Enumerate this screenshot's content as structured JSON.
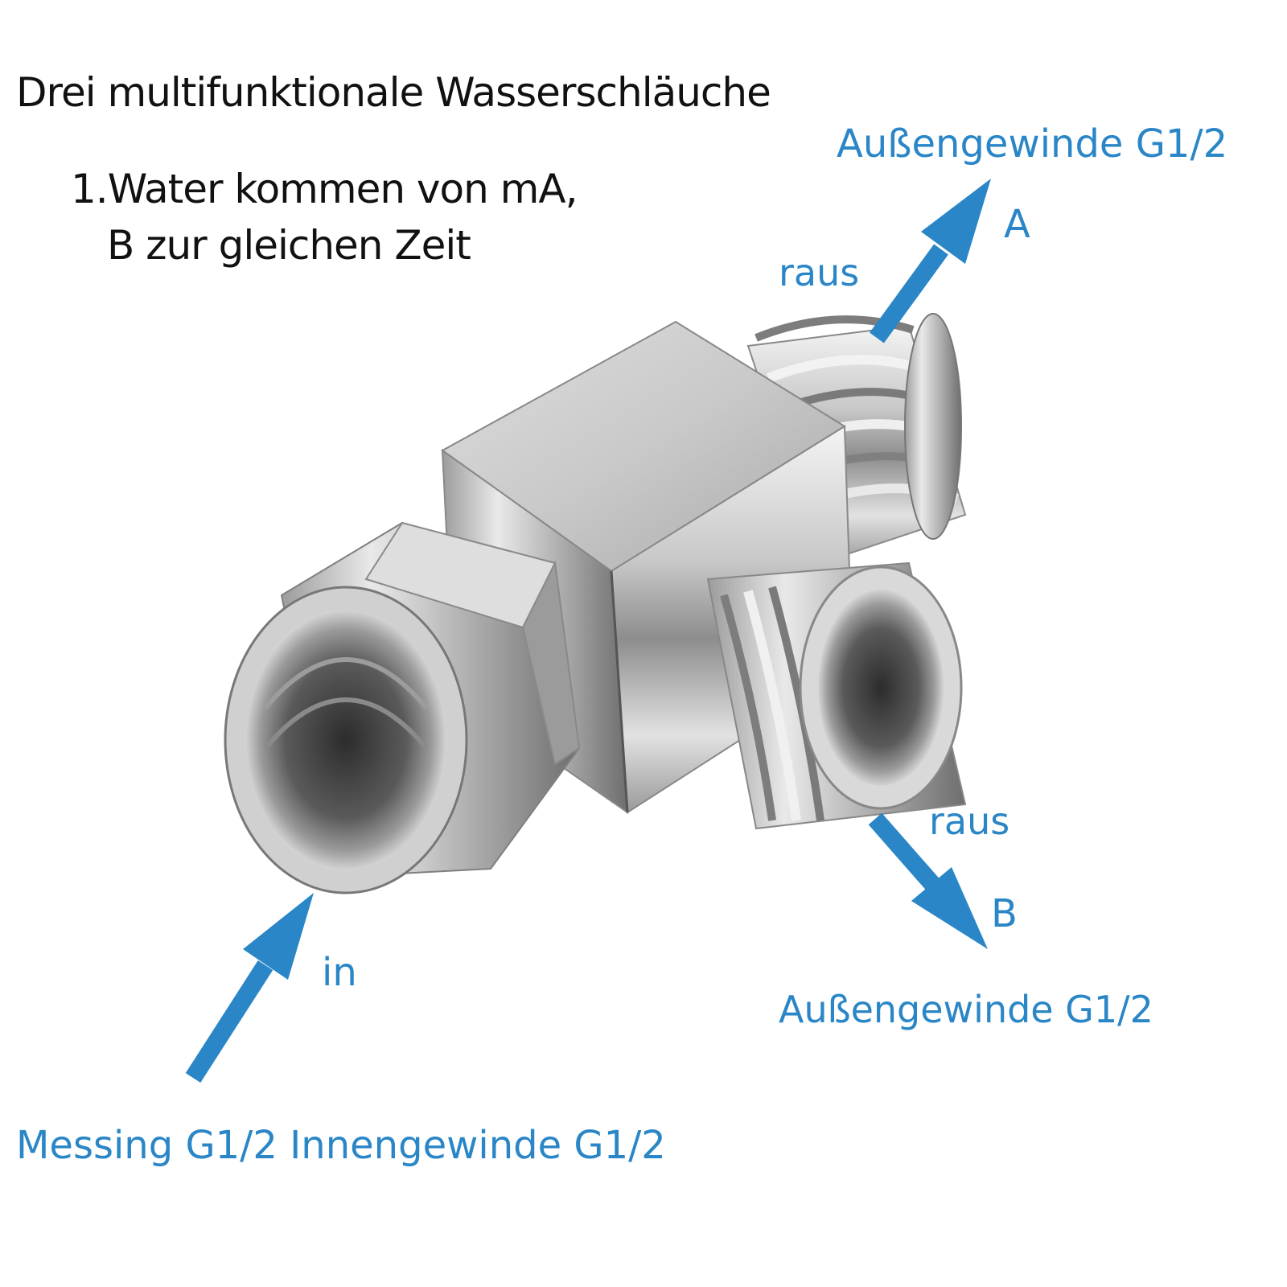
{
  "header": {
    "title": "Drei multifunktionale Wasserschläuche",
    "line1": "1.Water kommen von mA,",
    "line2": "B zur gleichen Zeit"
  },
  "outlet_a": {
    "thread": "Außengewinde G1/2",
    "letter": "A",
    "direction": "raus"
  },
  "outlet_b": {
    "thread": "Außengewinde G1/2",
    "letter": "B",
    "direction": "raus"
  },
  "inlet": {
    "direction": "in",
    "thread": "Messing G1/2 Innengewinde G1/2"
  },
  "colors": {
    "accent": "#2a86c6",
    "text": "#111111",
    "background": "#ffffff"
  }
}
